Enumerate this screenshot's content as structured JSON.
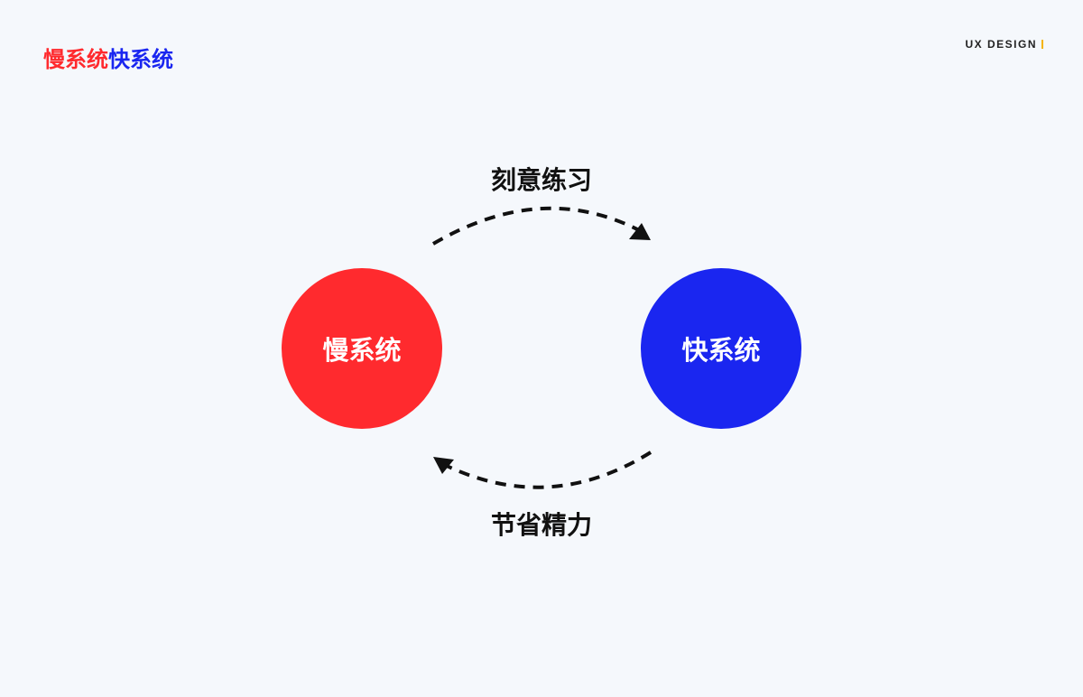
{
  "header": {
    "title_part1": "慢系统",
    "title_part2": "快系统",
    "brand": "UX DESIGN"
  },
  "colors": {
    "slow": "#ff2a2e",
    "fast": "#1a26f0",
    "accent": "#f5b400"
  },
  "diagram": {
    "slow_node": "慢系统",
    "fast_node": "快系统",
    "top_arrow_label": "刻意练习",
    "bottom_arrow_label": "节省精力"
  }
}
